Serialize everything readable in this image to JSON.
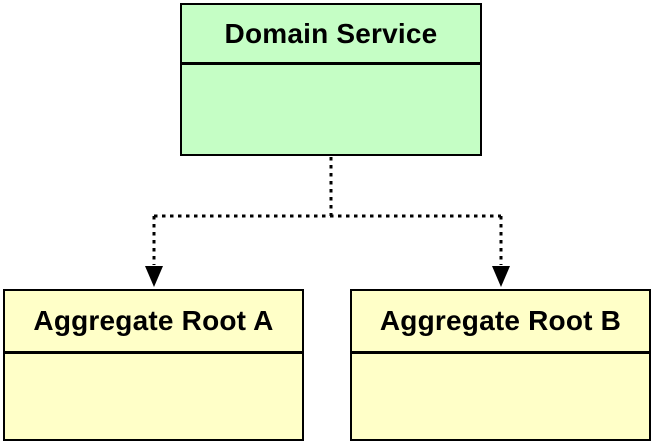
{
  "diagram": {
    "type": "uml-class-diagram",
    "nodes": [
      {
        "id": "domain-service",
        "label": "Domain Service",
        "fill": "#c5fec5",
        "compartments": 2
      },
      {
        "id": "aggregate-root-a",
        "label": "Aggregate Root A",
        "fill": "#ffffc8",
        "compartments": 2
      },
      {
        "id": "aggregate-root-b",
        "label": "Aggregate Root B",
        "fill": "#ffffc8",
        "compartments": 2
      }
    ],
    "edges": [
      {
        "from": "Domain Service",
        "to": "Aggregate Root A",
        "line": "dashed",
        "arrowhead": "filled-triangle",
        "color": "#000000"
      },
      {
        "from": "Domain Service",
        "to": "Aggregate Root B",
        "line": "dashed",
        "arrowhead": "filled-triangle",
        "color": "#000000"
      }
    ],
    "colors": {
      "node_border": "#000000",
      "background": "#ffffff",
      "service_fill": "#c5fec5",
      "aggregate_fill": "#ffffc8"
    }
  }
}
